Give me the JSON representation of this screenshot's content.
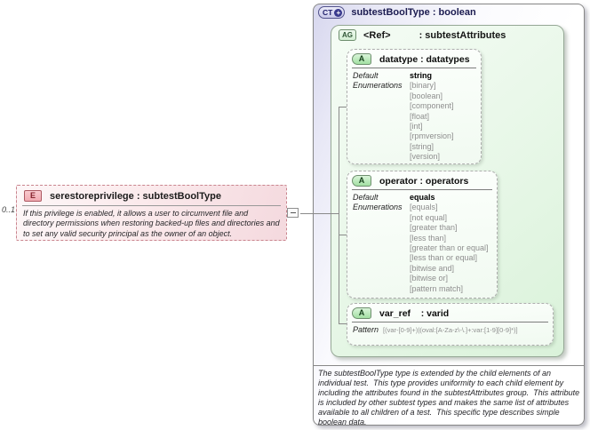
{
  "element": {
    "cardinality": "0..1",
    "badge": "E",
    "title": "serestoreprivilege : subtestBoolType",
    "description": "If this privilege is enabled, it allows a user to circumvent file and directory permissions when restoring backed-up files and directories and to set any valid security principal as the owner of an object."
  },
  "complex_type": {
    "badge": "CT",
    "expand_glyph": "+",
    "title": "subtestBoolType : boolean",
    "description": "The subtestBoolType type is extended by the child elements of an individual test.  This type provides uniformity to each child element by including the attributes found in the subtestAttributes group.  This attribute is included by other subtest types and makes the same list of attributes available to all children of a test.  This specific type describes simple boolean data.",
    "attribute_group": {
      "badge": "AG",
      "name": "<Ref>",
      "type": ": subtestAttributes",
      "attributes": [
        {
          "badge": "A",
          "title": "datatype : datatypes",
          "label_default": "Default",
          "label_enumerations": "Enumerations",
          "default": "string",
          "enumerations": [
            "[binary]",
            "[boolean]",
            "[component]",
            "[float]",
            "[int]",
            "[rpmversion]",
            "[string]",
            "[version]"
          ]
        },
        {
          "badge": "A",
          "title": "operator : operators",
          "label_default": "Default",
          "label_enumerations": "Enumerations",
          "default": "equals",
          "enumerations": [
            "[equals]",
            "[not equal]",
            "[greater than]",
            "[less than]",
            "[greater than or equal]",
            "[less than or equal]",
            "[bitwise and]",
            "[bitwise or]",
            "[pattern match]"
          ]
        },
        {
          "badge": "A",
          "title": "var_ref    : varid",
          "label_pattern": "Pattern",
          "pattern": "[(var-[0-9]+)|(oval:[A-Za-z\\-\\.]+:var:[1-9][0-9]*)]"
        }
      ]
    }
  },
  "colors": {
    "element_pink": "#f4d9de",
    "complex_lavender": "#d7d7ee",
    "group_green": "#daf2da",
    "connector_gray": "#8a8a8a"
  }
}
